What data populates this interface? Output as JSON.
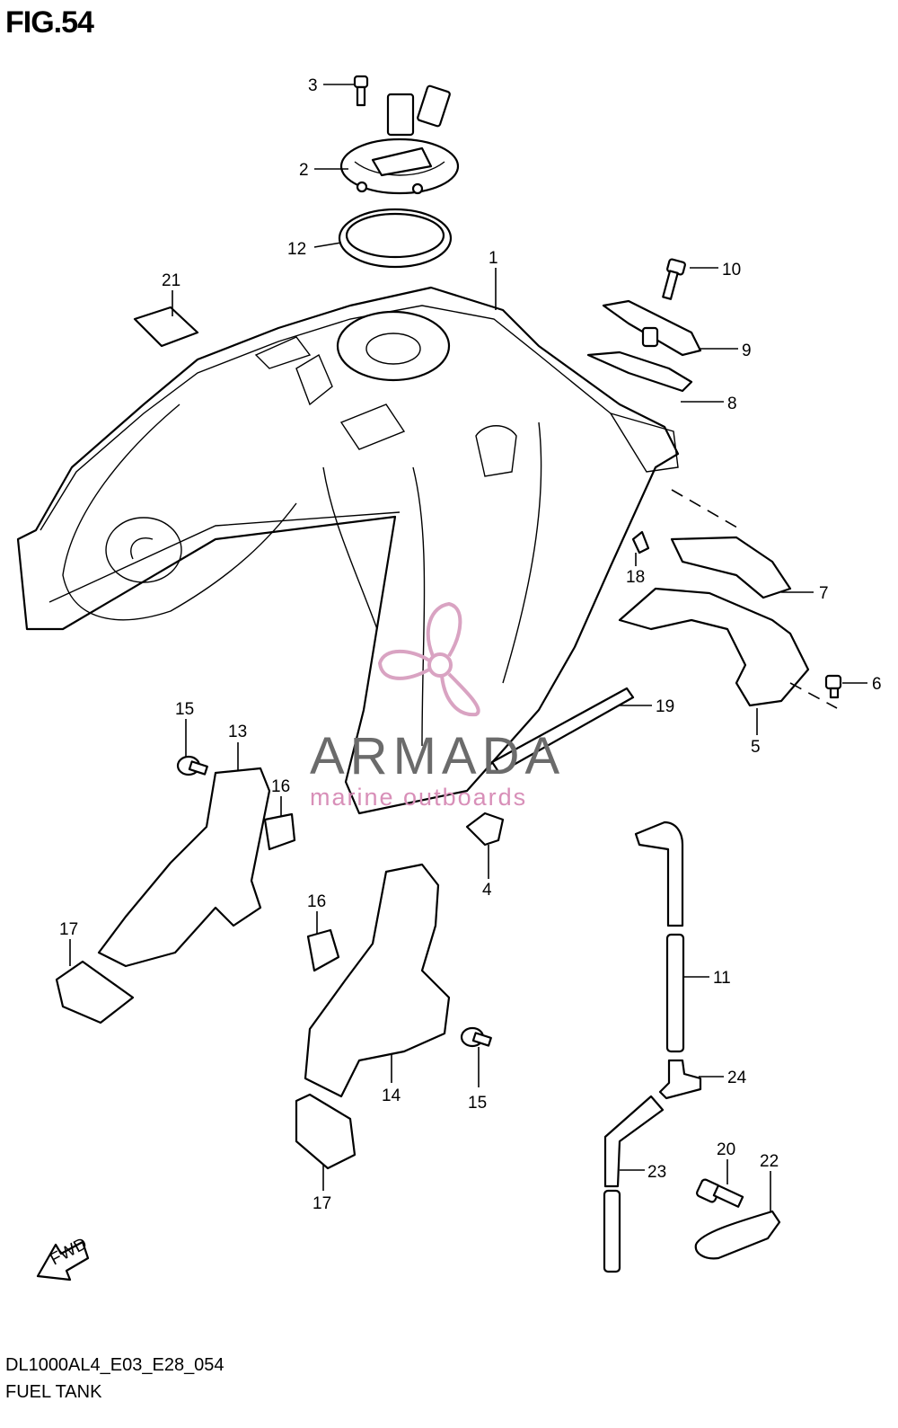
{
  "figure": {
    "title": "FIG.54"
  },
  "footer": {
    "code": "DL1000AL4_E03_E28_054",
    "name": "FUEL TANK"
  },
  "watermark": {
    "brand": "ARMADA",
    "tagline": "marine outboards",
    "accent": "#d88fb8"
  },
  "fwd_label": "FWD",
  "callouts": [
    "1",
    "2",
    "3",
    "4",
    "5",
    "6",
    "7",
    "8",
    "9",
    "10",
    "11",
    "12",
    "13",
    "14",
    "15",
    "15",
    "16",
    "16",
    "17",
    "17",
    "18",
    "19",
    "20",
    "21",
    "22",
    "23",
    "24"
  ]
}
